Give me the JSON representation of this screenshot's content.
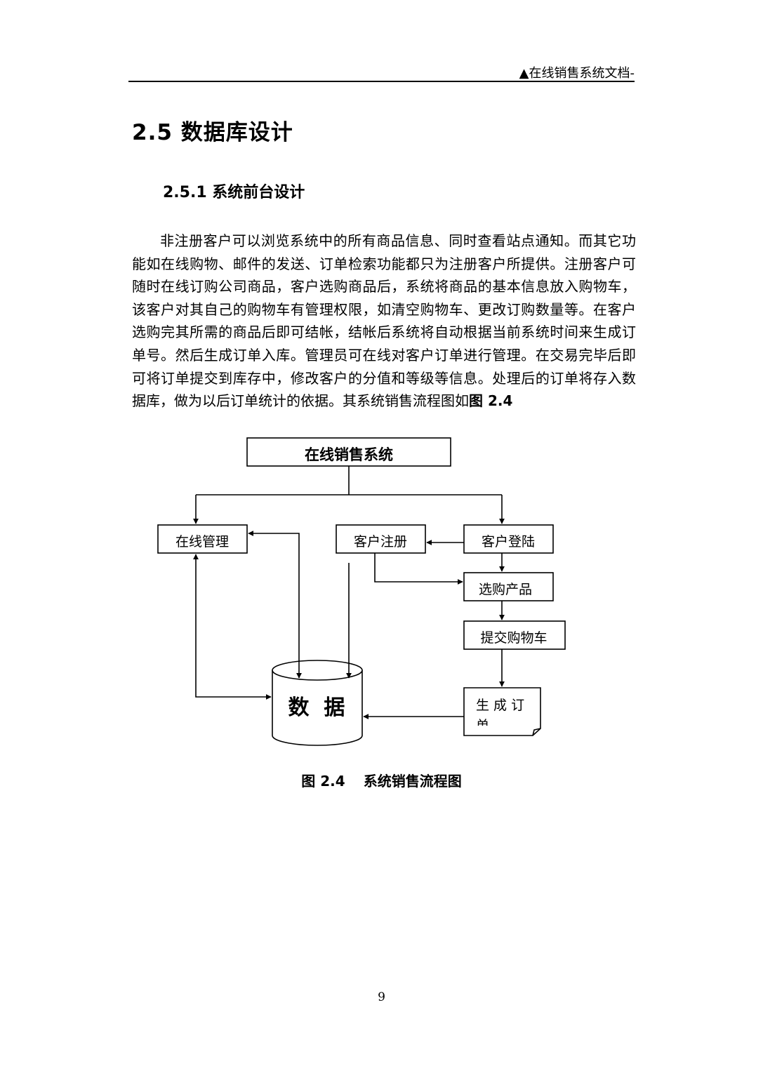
{
  "header": {
    "text": "▲在线销售系统文档-"
  },
  "section": {
    "title": "2.5  数据库设计"
  },
  "subsection": {
    "title": "2.5.1  系统前台设计"
  },
  "paragraph": {
    "text": "非注册客户可以浏览系统中的所有商品信息、同时查看站点通知。而其它功能如在线购物、邮件的发送、订单检索功能都只为注册客户所提供。注册客户可随时在线订购公司商品，客户选购商品后，系统将商品的基本信息放入购物车，该客户对其自己的购物车有管理权限，如清空购物车、更改订购数量等。在客户选购完其所需的商品后即可结帐，结帐后系统将自动根据当前系统时间来生成订单号。然后生成订单入库。管理员可在线对客户订单进行管理。在交易完毕后即可将订单提交到库存中，修改客户的分值和等级等信息。处理后的订单将存入数据库，做为以后订单统计的依据。其系统销售流程图如",
    "figure_ref": "图 2.4"
  },
  "diagram": {
    "title": "在线销售系统",
    "online_management": "在线管理",
    "customer_register": "客户注册",
    "customer_login": "客户登陆",
    "select_products": "选购产品",
    "submit_cart": "提交购物车",
    "generate_order": "生 成 订",
    "generate_order_cut": "单",
    "database": "数  据"
  },
  "caption": {
    "label": "图 2.4",
    "title": "系统销售流程图"
  },
  "footer": {
    "page_number": "9"
  }
}
